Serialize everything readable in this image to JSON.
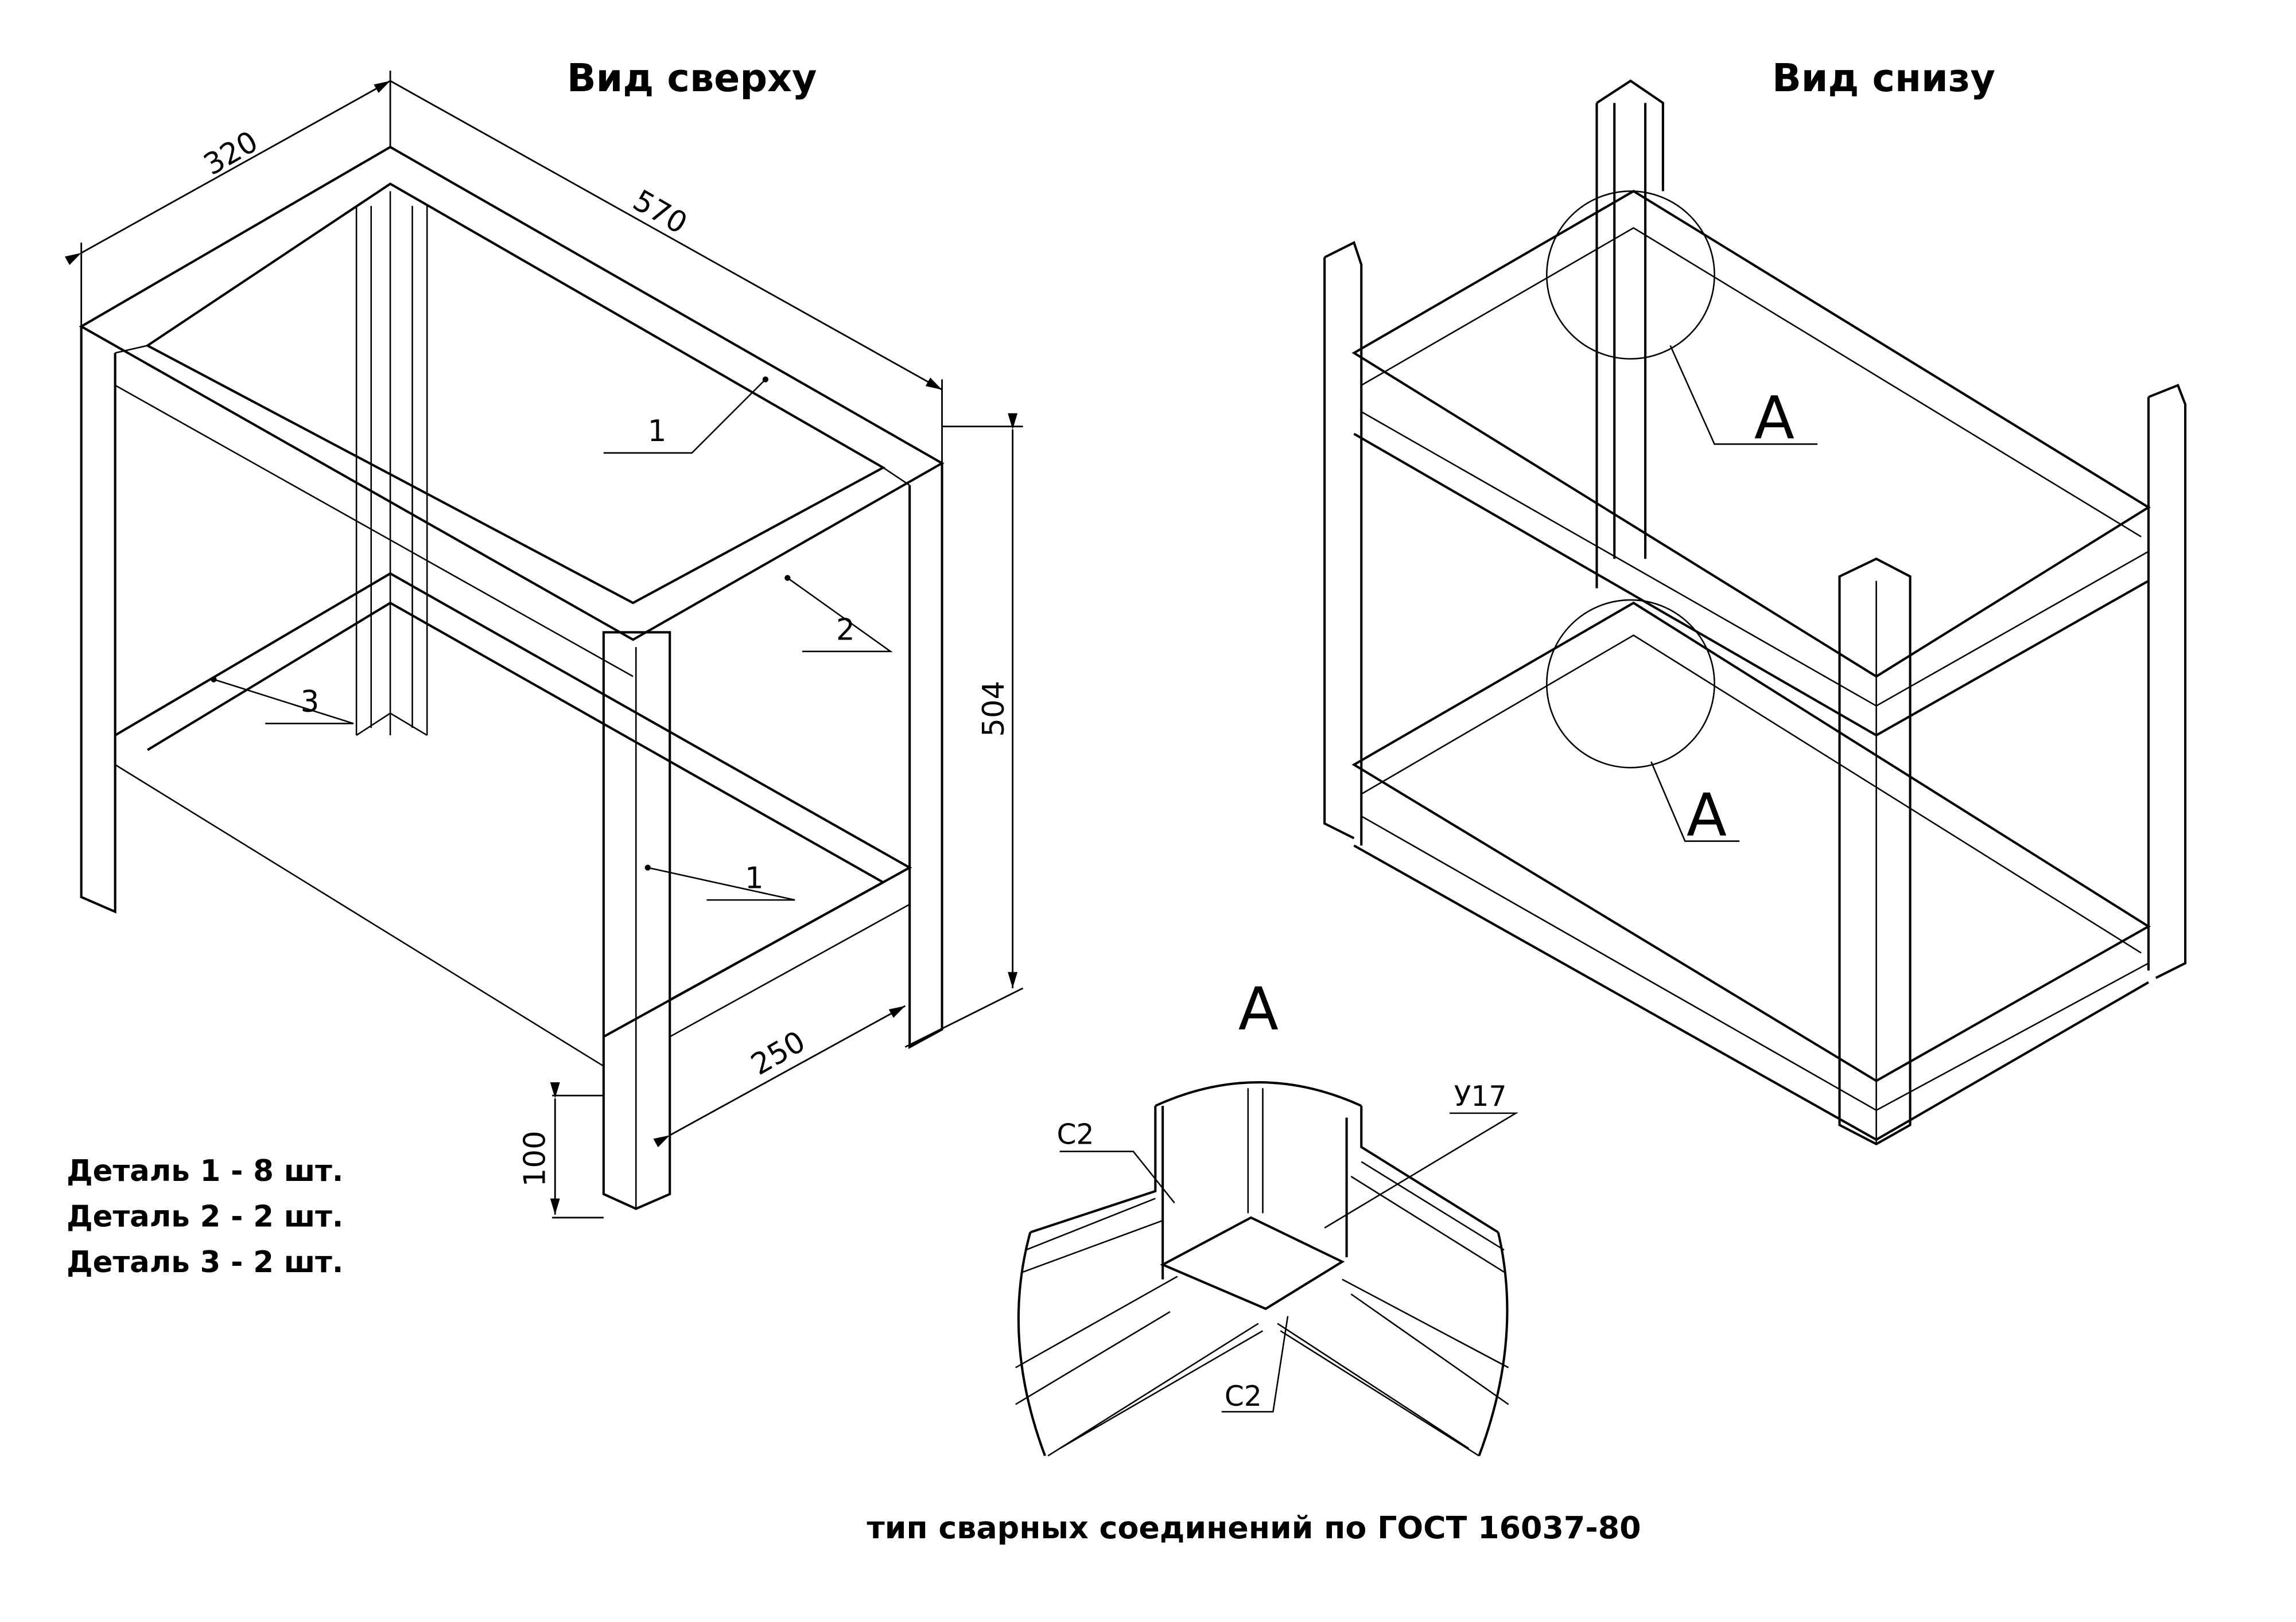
{
  "titles": {
    "top_view": "Вид сверху",
    "bottom_view": "Вид снизу"
  },
  "dimensions": {
    "width": "320",
    "length": "570",
    "height": "504",
    "shelf_spacing": "250",
    "leg_clearance": "100"
  },
  "callouts": {
    "part_1_top": "1",
    "part_2": "2",
    "part_3": "3",
    "part_1_front": "1"
  },
  "section_marks": {
    "upper": "A",
    "lower": "A",
    "detail_title": "A"
  },
  "weld_labels": {
    "c2_top": "C2",
    "y17": "У17",
    "c2_bottom": "C2"
  },
  "parts_list": [
    "Деталь 1 - 8 шт.",
    "Деталь 2 - 2 шт.",
    "Деталь 3 - 2 шт."
  ],
  "caption": "тип сварных соединений по ГОСТ 16037-80"
}
